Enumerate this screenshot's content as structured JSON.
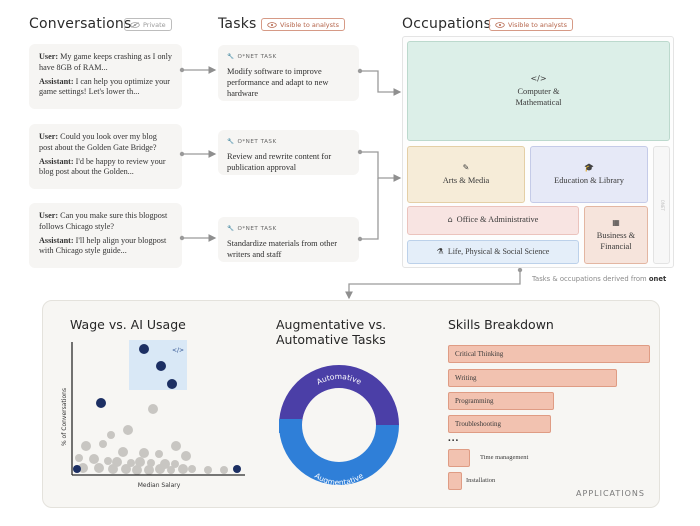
{
  "columns": {
    "conversations": "Conversations",
    "tasks": "Tasks",
    "occupations": "Occupations"
  },
  "badges": {
    "private": "Private",
    "visible_tasks": "Visible to analysts",
    "visible_occupations": "Visible to analysts"
  },
  "conversations": [
    {
      "user_label": "User:",
      "user_text": "My game keeps crashing as I only have 8GB of RAM...",
      "assistant_label": "Assistant:",
      "assistant_text": "I can help you optimize your game settings! Let's lower th..."
    },
    {
      "user_label": "User:",
      "user_text": " Could you look over my blog post about the Golden Gate Bridge?",
      "assistant_label": "Assistant:",
      "assistant_text": "I'd be happy to review your blog post about the Golden..."
    },
    {
      "user_label": "User:",
      "user_text": "Can you make sure this blogpost follows Chicago style?",
      "assistant_label": "Assistant:",
      "assistant_text": "I'll help align your blogpost with Chicago style guide..."
    }
  ],
  "tasks": [
    {
      "tag": "O*NET TASK",
      "text": "Modify software to improve performance and adapt to new hardware"
    },
    {
      "tag": "O*NET TASK",
      "text": "Review and rewrite content for publication approval"
    },
    {
      "tag": "O*NET TASK",
      "text": "Standardize materials from other writers and staff"
    }
  ],
  "occupations": {
    "computer": {
      "icon": "</>",
      "label": "Computer & Mathematical"
    },
    "arts": {
      "icon": "✎",
      "label": "Arts & Media"
    },
    "education": {
      "icon": "🎓",
      "label": "Education & Library"
    },
    "office": {
      "icon": "⌂",
      "label": "Office & Administrative"
    },
    "business": {
      "icon": "▦",
      "label": "Business & Financial"
    },
    "science": {
      "icon": "⚗",
      "label": "Life, Physical & Social Science"
    },
    "side_tab": "ONET"
  },
  "attribution": {
    "text": "Tasks & occupations derived from",
    "brand": "onet"
  },
  "panel": {
    "wage_title": "Wage vs. AI Usage",
    "wage_ylabel": "% of Conversations",
    "wage_xlabel": "Median Salary",
    "code_icon": "</>",
    "aug_title_1": "Augmentative vs.",
    "aug_title_2": "Automative Tasks",
    "aug_label_automative": "Automative",
    "aug_label_augmentative": "Augmentative",
    "skills_title": "Skills Breakdown",
    "skills": [
      "Critical Thinking",
      "Writing",
      "Programming",
      "Troubleshooting"
    ],
    "ellipsis": "...",
    "skills_small": [
      "Time management",
      "Installation"
    ],
    "applications": "APPLICATIONS"
  },
  "colors": {
    "computer_fill": "#dcefe8",
    "arts_fill": "#f6ecd8",
    "education_fill": "#e6e9f7",
    "office_fill": "#f8e4e2",
    "business_fill": "#f6e4dc",
    "science_fill": "#e4eef9",
    "automative": "#4b3fa7",
    "augmentative": "#2f7fd8",
    "skill_fill": "#f2c2b0",
    "navy_dot": "#1c2f63"
  }
}
